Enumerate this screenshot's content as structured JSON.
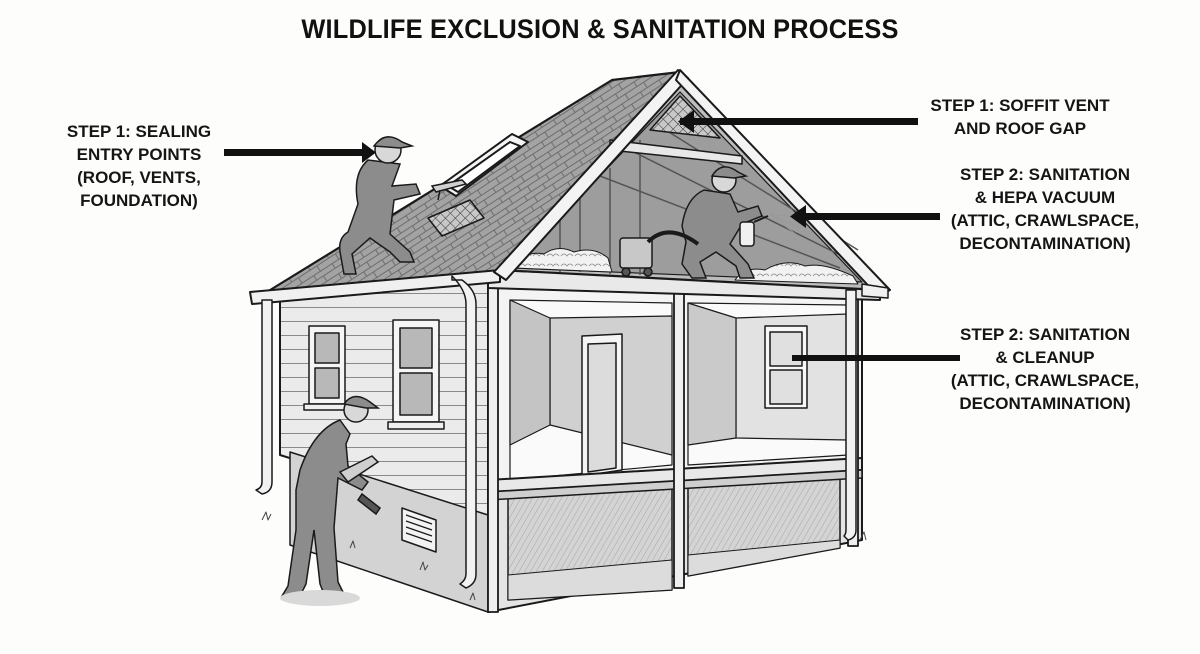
{
  "title": "WILDLIFE EXCLUSION & SANITATION PROCESS",
  "callouts": [
    {
      "id": "sealing-entry-points",
      "text": "STEP 1: SEALING\nENTRY POINTS\n(ROOF, VENTS,\nFOUNDATION)",
      "arrow_direction": "right",
      "points_to": "roof worker sealing vent with caulk gun"
    },
    {
      "id": "soffit-vent-roof-gap",
      "text": "STEP 1: SOFFIT VENT\nAND ROOF GAP",
      "arrow_direction": "left",
      "points_to": "gable mesh vent"
    },
    {
      "id": "sanitation-hepa-vacuum",
      "text": "STEP 2: SANITATION\n& HEPA VACUUM\n(ATTIC, CRAWLSPACE,\nDECONTAMINATION)",
      "arrow_direction": "left",
      "points_to": "attic worker with vacuum and sprayer"
    },
    {
      "id": "sanitation-cleanup",
      "text": "STEP 2: SANITATION\n& CLEANUP\n(ATTIC, CRAWLSPACE,\nDECONTAMINATION)",
      "arrow_direction": "left",
      "points_to": "interior room window"
    }
  ],
  "illustration": {
    "subject": "house cutaway with attic, two rooms and crawlspace",
    "workers": [
      "roof worker with caulk gun",
      "attic worker with HEPA vacuum and sprayer",
      "ground inspector with clipboard and flashlight"
    ],
    "colors": {
      "background": "#fdfdfb",
      "ink": "#1a1a1a",
      "roof": "#9a9a9a",
      "siding": "#e6e6e6",
      "shadow": "#bdbdbd",
      "worker": "#8c8c8c"
    }
  }
}
